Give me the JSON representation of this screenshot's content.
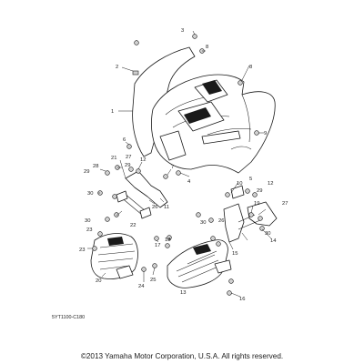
{
  "diagram": {
    "code": "5YT1100-C180",
    "copyright": "©2013 Yamaha Motor Corporation, U.S.A. All rights reserved.",
    "callouts": {
      "c1": "1",
      "c2": "2",
      "c3": "3",
      "c4": "4",
      "c5": "5",
      "c6": "6",
      "c7": "7",
      "c8": "8",
      "c9": "9",
      "c10": "10",
      "c11": "11",
      "c12": "12",
      "c13": "13",
      "c14": "14",
      "c15": "15",
      "c16": "16",
      "c17": "17",
      "c18": "18",
      "c19": "19",
      "c20": "20",
      "c21": "21",
      "c22": "22",
      "c23": "23",
      "c24": "24",
      "c25": "25",
      "c26": "26",
      "c27": "27",
      "c28": "28",
      "c29": "29",
      "c30": "30"
    }
  }
}
